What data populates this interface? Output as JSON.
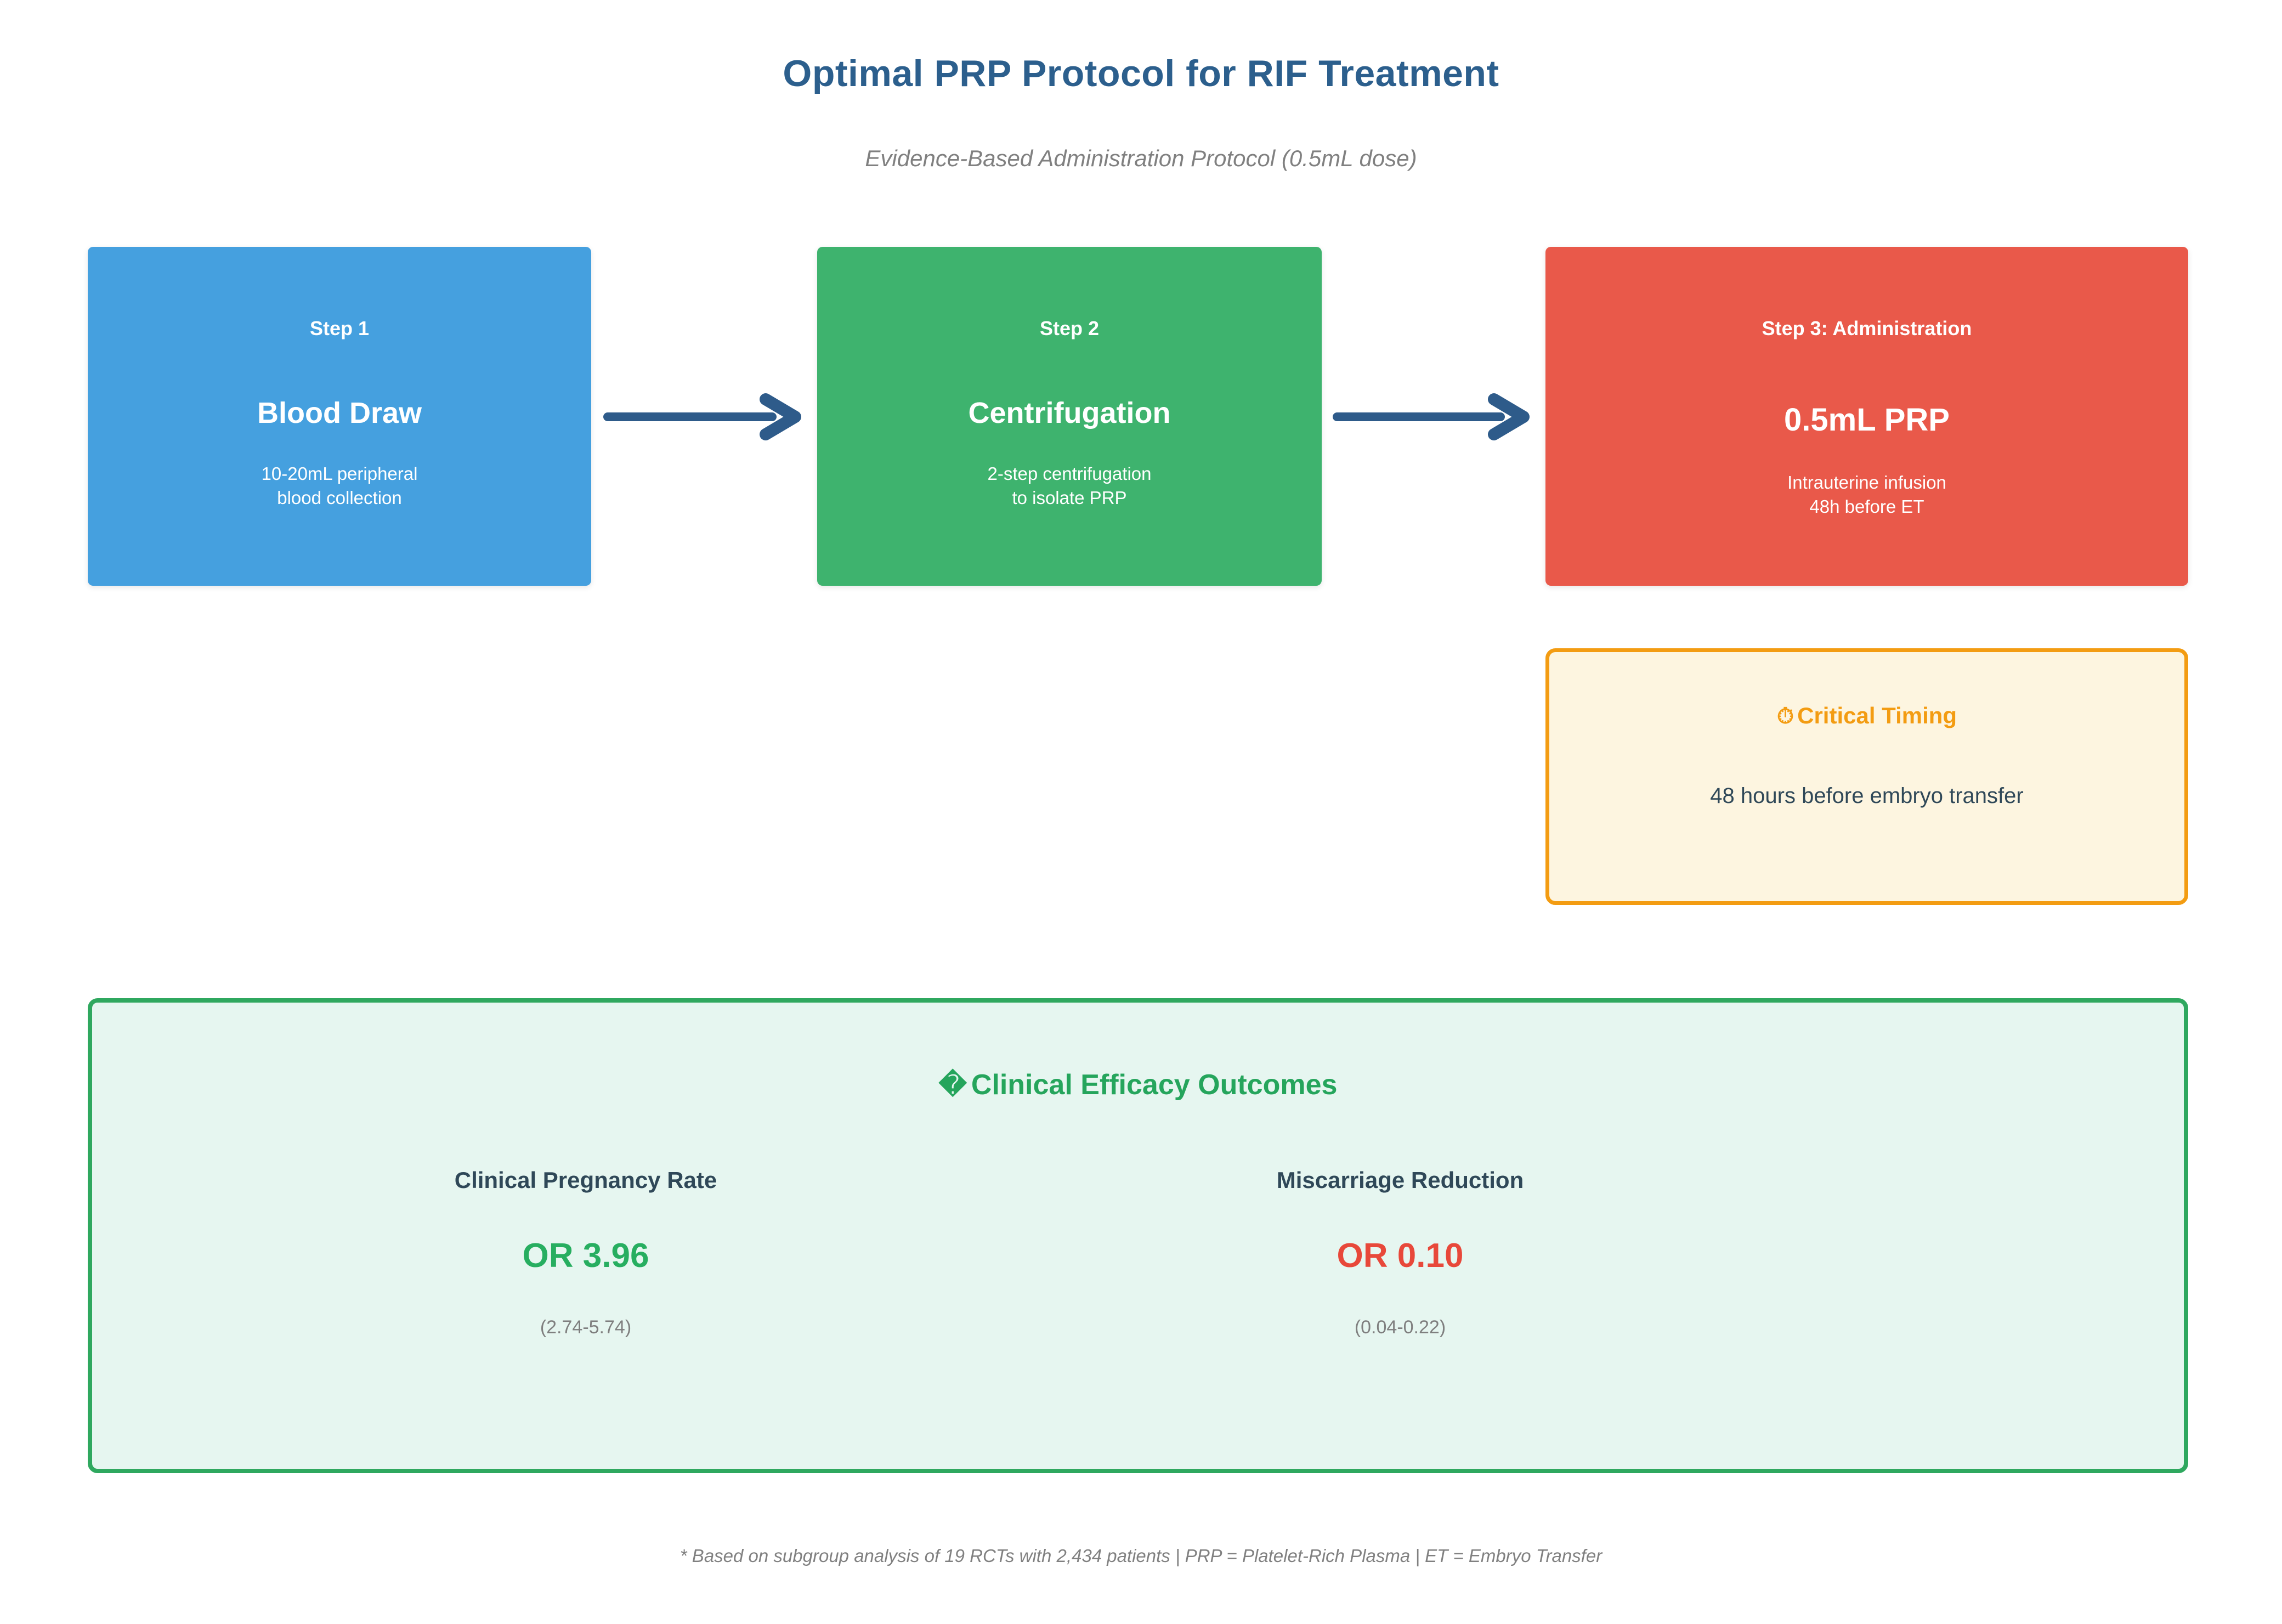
{
  "header": {
    "title": "Optimal PRP Protocol for RIF Treatment",
    "subtitle": "Evidence-Based Administration Protocol (0.5mL dose)"
  },
  "colors": {
    "title": "#2c5f8d",
    "step1": "#45a0df",
    "step2": "#3eb36e",
    "step3": "#e9594a",
    "arrow": "#2e5b8a",
    "warning_border": "#f39c12",
    "warning_fill": "#fdf5e0",
    "panel_border": "#2fa85f",
    "panel_fill": "#e6f6f0",
    "positive": "#27ae60",
    "negative": "#e8483a"
  },
  "steps": [
    {
      "label": "Step 1",
      "main": "Blood Draw",
      "detail_line1": "10-20mL peripheral",
      "detail_line2": "blood collection"
    },
    {
      "label": "Step 2",
      "main": "Centrifugation",
      "detail_line1": "2-step centrifugation",
      "detail_line2": "to isolate PRP"
    },
    {
      "label": "Step 3: Administration",
      "main": "0.5mL PRP",
      "detail_line1": "Intrauterine infusion",
      "detail_line2": "48h before ET"
    }
  ],
  "critical_timing": {
    "icon": "⏱",
    "title": "Critical Timing",
    "text": "48 hours before embryo transfer"
  },
  "efficacy": {
    "icon": "�",
    "title": "Clinical Efficacy Outcomes",
    "metrics": [
      {
        "label": "Clinical Pregnancy Rate",
        "value": "OR 3.96",
        "ci": "(2.74-5.74)"
      },
      {
        "label": "Miscarriage Reduction",
        "value": "OR 0.10",
        "ci": "(0.04-0.22)"
      }
    ]
  },
  "footnote": "* Based on subgroup analysis of 19 RCTs with 2,434 patients | PRP = Platelet-Rich Plasma | ET = Embryo Transfer",
  "chart_data": {
    "type": "diagram",
    "title": "Optimal PRP Protocol for RIF Treatment",
    "subtitle": "Evidence-Based Administration Protocol (0.5mL dose)",
    "flow": [
      "Blood Draw",
      "Centrifugation",
      "0.5mL PRP"
    ],
    "outcomes": [
      {
        "name": "Clinical Pregnancy Rate",
        "odds_ratio": 3.96,
        "ci_low": 2.74,
        "ci_high": 5.74
      },
      {
        "name": "Miscarriage Reduction",
        "odds_ratio": 0.1,
        "ci_low": 0.04,
        "ci_high": 0.22
      }
    ],
    "evidence_base": {
      "rcts": 19,
      "patients": 2434
    }
  }
}
